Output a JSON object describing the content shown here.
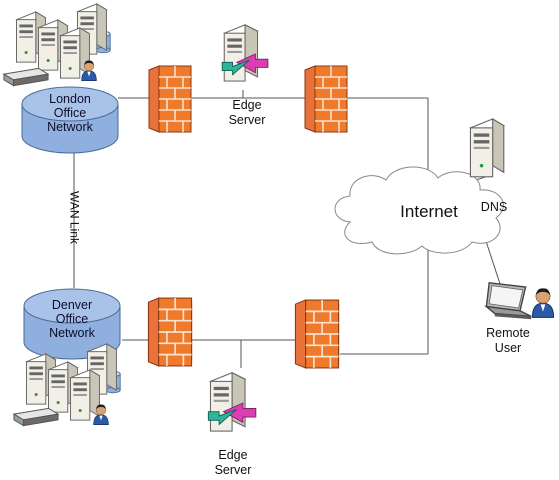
{
  "nodes": {
    "london": {
      "line1": "London",
      "line2": "Office",
      "line3": "Network"
    },
    "denver": {
      "line1": "Denver",
      "line2": "Office",
      "line3": "Network"
    },
    "edge_top": {
      "line1": "Edge",
      "line2": "Server"
    },
    "edge_bottom": {
      "line1": "Edge",
      "line2": "Server"
    },
    "internet": {
      "label": "Internet"
    },
    "dns": {
      "label": "DNS"
    },
    "remote_user": {
      "line1": "Remote",
      "line2": "User"
    }
  },
  "links": {
    "wan": {
      "label": "WAN Link"
    }
  },
  "colors": {
    "db_top": "#a9c3e8",
    "db_side": "#8fb0de",
    "firewall": "#f07a2c",
    "firewall_mortar": "#fbe2cf",
    "server_body": "#f2f0e6",
    "line": "#555555"
  },
  "icons": {
    "london_servers": "server-rack-icon",
    "denver_servers": "server-rack-icon",
    "router": "router-icon",
    "firewall": "firewall-brick-icon",
    "edge_server": "server-with-arrow-icon",
    "dns_server": "server-tower-icon",
    "laptop": "laptop-icon",
    "user": "user-icon",
    "cloud": "cloud-icon"
  }
}
